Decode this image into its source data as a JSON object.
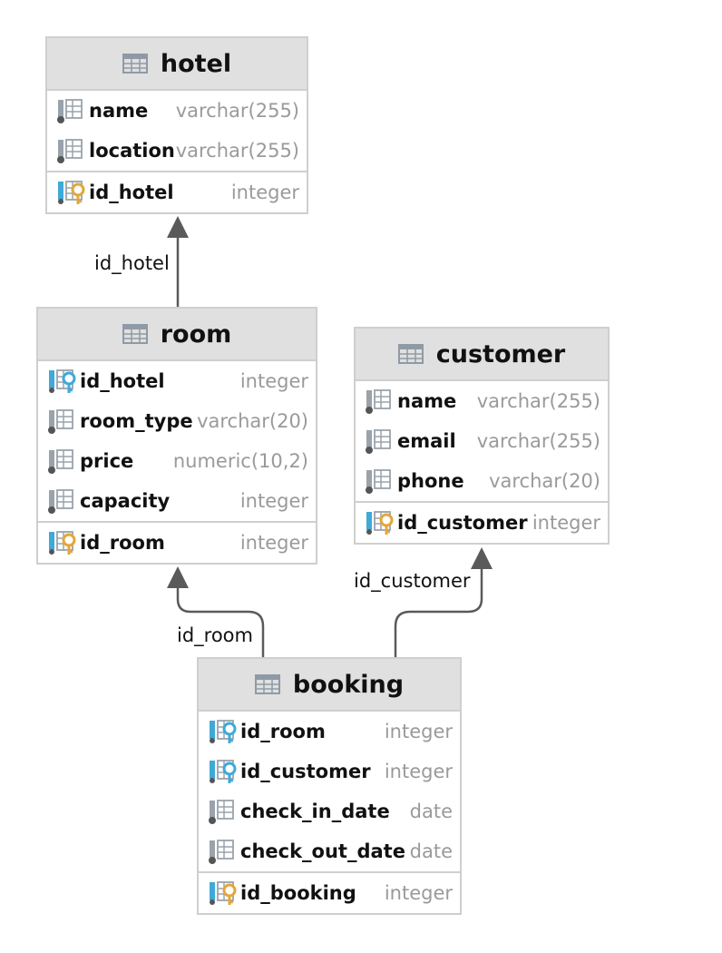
{
  "colors": {
    "header_bg": "#e0e0e0",
    "border": "#cfcfcf",
    "type_text": "#9a9a9a",
    "fk_key": "#3fa9d8",
    "pk_key": "#e3a73a",
    "connector": "#5a5a5a"
  },
  "tables": {
    "hotel": {
      "title": "hotel",
      "columns": [
        {
          "name": "name",
          "type": "varchar(255)",
          "icon": "column-icon"
        },
        {
          "name": "location",
          "type": "varchar(255)",
          "icon": "column-icon"
        }
      ],
      "keys": [
        {
          "name": "id_hotel",
          "type": "integer",
          "icon": "primary-key-column-icon"
        }
      ]
    },
    "room": {
      "title": "room",
      "columns": [
        {
          "name": "id_hotel",
          "type": "integer",
          "icon": "foreign-key-column-icon"
        },
        {
          "name": "room_type",
          "type": "varchar(20)",
          "icon": "column-icon"
        },
        {
          "name": "price",
          "type": "numeric(10,2)",
          "icon": "column-icon"
        },
        {
          "name": "capacity",
          "type": "integer",
          "icon": "column-icon"
        }
      ],
      "keys": [
        {
          "name": "id_room",
          "type": "integer",
          "icon": "primary-key-column-icon"
        }
      ]
    },
    "customer": {
      "title": "customer",
      "columns": [
        {
          "name": "name",
          "type": "varchar(255)",
          "icon": "column-icon"
        },
        {
          "name": "email",
          "type": "varchar(255)",
          "icon": "column-icon"
        },
        {
          "name": "phone",
          "type": "varchar(20)",
          "icon": "column-icon"
        }
      ],
      "keys": [
        {
          "name": "id_customer",
          "type": "integer",
          "icon": "primary-key-column-icon"
        }
      ]
    },
    "booking": {
      "title": "booking",
      "columns": [
        {
          "name": "id_room",
          "type": "integer",
          "icon": "foreign-key-column-icon"
        },
        {
          "name": "id_customer",
          "type": "integer",
          "icon": "foreign-key-column-icon"
        },
        {
          "name": "check_in_date",
          "type": "date",
          "icon": "column-icon"
        },
        {
          "name": "check_out_date",
          "type": "date",
          "icon": "column-icon"
        }
      ],
      "keys": [
        {
          "name": "id_booking",
          "type": "integer",
          "icon": "primary-key-column-icon"
        }
      ]
    }
  },
  "relationships": [
    {
      "from": "room",
      "to": "hotel",
      "label": "id_hotel"
    },
    {
      "from": "booking",
      "to": "room",
      "label": "id_room"
    },
    {
      "from": "booking",
      "to": "customer",
      "label": "id_customer"
    }
  ]
}
